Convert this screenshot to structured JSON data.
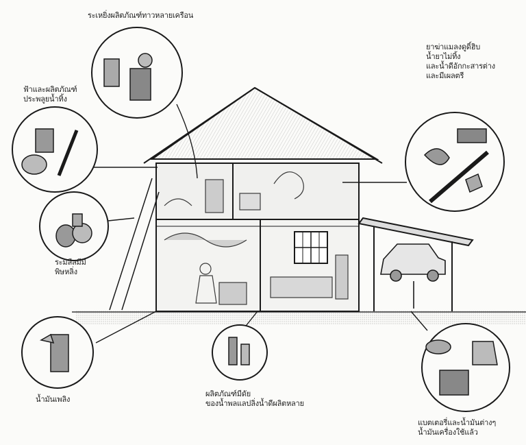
{
  "labels": {
    "top_callout": {
      "line1": "ระเหยิ่งผลิตภัณฑ์ทาวหลายเครือน"
    },
    "upper_left_callout": {
      "line1": "ฟ้าและผลิตภัณฑ์",
      "line2": "ประพลูยน้ำทิ้ง"
    },
    "mid_left_callout": {
      "line1": "ระมลีลมีมี",
      "line2": "พิษหลิ่ง"
    },
    "top_right_callout": {
      "line1": "ยาฆ่าแมลงดูดิ์ฮิบ",
      "line2": "น้ำยาไม่ทิ้ง",
      "line3": "และน้ำดีอักกะสารต่าง",
      "line4": "และมีเผลตรี"
    },
    "bottom_left_callout": {
      "line1": "น้ำมันเพลิง"
    },
    "bottom_center_callout": {
      "line1": "ผลิตภัณฑ์มีดัย",
      "line2": "ของน้ำพลแลปลิ่งน้ำดีผลิตหลาย"
    },
    "bottom_right_callout": {
      "line1": "แบตเตอรี่และน้ำมันต่างๆ",
      "line2": "น้ำมันเครื่องใช้แล้ว"
    }
  },
  "colors": {
    "ink": "#1a1a1a",
    "paper": "#fbfbf9",
    "shade": "#8a8a8a"
  }
}
